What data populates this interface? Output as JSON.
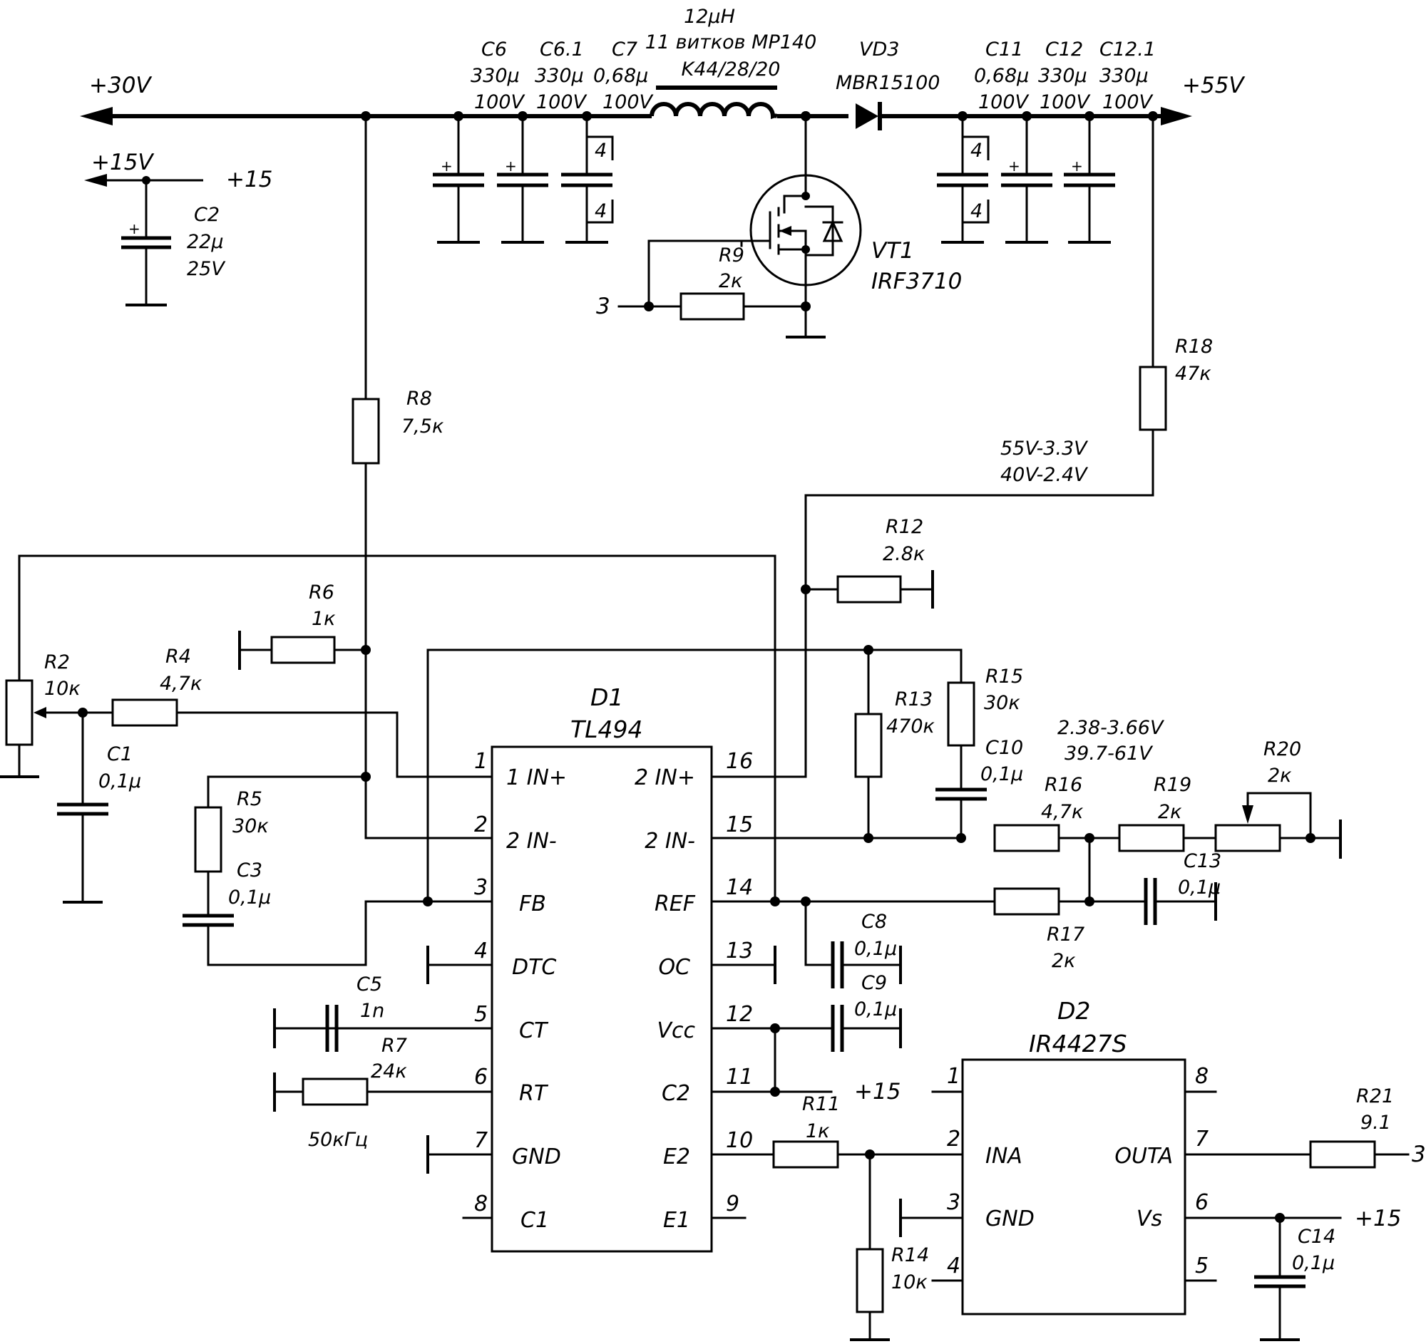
{
  "supply": {
    "v30": "+30V",
    "v15": "+15V",
    "p15": "+15",
    "v55": "+55V",
    "node3": "3",
    "plus": "+"
  },
  "inductor": {
    "l1": "12μH",
    "l2": "11 витков MP140",
    "l3": "K44/28/20"
  },
  "c2": {
    "name": "C2",
    "val": "22μ",
    "volt": "25V"
  },
  "c6": {
    "name": "C6",
    "val": "330μ",
    "volt": "100V"
  },
  "c61": {
    "name": "C6.1",
    "val": "330μ",
    "volt": "100V"
  },
  "c7": {
    "name": "C7",
    "val": "0,68μ",
    "volt": "100V",
    "x": "4"
  },
  "vd3": {
    "name": "VD3",
    "part": "MBR15100"
  },
  "c11": {
    "name": "C11",
    "val": "0,68μ",
    "volt": "100V",
    "x": "4"
  },
  "c12": {
    "name": "C12",
    "val": "330μ",
    "volt": "100V"
  },
  "c121": {
    "name": "C12.1",
    "val": "330μ",
    "volt": "100V"
  },
  "vt1": {
    "name": "VT1",
    "part": "IRF3710"
  },
  "r9": {
    "name": "R9",
    "val": "2к"
  },
  "r18": {
    "name": "R18",
    "val": "47к"
  },
  "r8": {
    "name": "R8",
    "val": "7,5к"
  },
  "note55": {
    "l1": "55V-3.3V",
    "l2": "40V-2.4V"
  },
  "r12": {
    "name": "R12",
    "val": "2.8к"
  },
  "r6": {
    "name": "R6",
    "val": "1к"
  },
  "r2": {
    "name": "R2",
    "val": "10к"
  },
  "r4": {
    "name": "R4",
    "val": "4,7к"
  },
  "c1": {
    "name": "C1",
    "val": "0,1μ"
  },
  "r5": {
    "name": "R5",
    "val": "30к"
  },
  "c3": {
    "name": "C3",
    "val": "0,1μ"
  },
  "r13": {
    "name": "R13",
    "val": "470к"
  },
  "r15": {
    "name": "R15",
    "val": "30к"
  },
  "c10": {
    "name": "C10",
    "val": "0,1μ"
  },
  "note238": {
    "l1": "2.38-3.66V",
    "l2": "39.7-61V"
  },
  "r16": {
    "name": "R16",
    "val": "4,7к"
  },
  "r19": {
    "name": "R19",
    "val": "2к"
  },
  "r20": {
    "name": "R20",
    "val": "2к"
  },
  "c13": {
    "name": "C13",
    "val": "0,1μ"
  },
  "r17": {
    "name": "R17",
    "val": "2к"
  },
  "c8": {
    "name": "C8",
    "val": "0,1μ"
  },
  "c9": {
    "name": "C9",
    "val": "0,1μ"
  },
  "c5": {
    "name": "C5",
    "val": "1n"
  },
  "r7": {
    "name": "R7",
    "val": "24к"
  },
  "freq": "50кГц",
  "r11": {
    "name": "R11",
    "val": "1к"
  },
  "r14": {
    "name": "R14",
    "val": "10к"
  },
  "r21": {
    "name": "R21",
    "val": "9.1"
  },
  "c14": {
    "name": "C14",
    "val": "0,1μ"
  },
  "d1": {
    "name": "D1",
    "part": "TL494",
    "pins": [
      {
        "num": "1",
        "label": "1 IN+"
      },
      {
        "num": "2",
        "label": "2 IN-"
      },
      {
        "num": "3",
        "label": "FB"
      },
      {
        "num": "4",
        "label": "DTC"
      },
      {
        "num": "5",
        "label": "CT"
      },
      {
        "num": "6",
        "label": "RT"
      },
      {
        "num": "7",
        "label": "GND"
      },
      {
        "num": "8",
        "label": "C1"
      },
      {
        "num": "9",
        "label": "E1"
      },
      {
        "num": "10",
        "label": "E2"
      },
      {
        "num": "11",
        "label": "C2"
      },
      {
        "num": "12",
        "label": "Vcc"
      },
      {
        "num": "13",
        "label": "OC"
      },
      {
        "num": "14",
        "label": "REF"
      },
      {
        "num": "15",
        "label": "2 IN-"
      },
      {
        "num": "16",
        "label": "2 IN+"
      }
    ]
  },
  "d2": {
    "name": "D2",
    "part": "IR4427S",
    "pins": [
      {
        "num": "1",
        "label": ""
      },
      {
        "num": "2",
        "label": "INA"
      },
      {
        "num": "3",
        "label": "GND"
      },
      {
        "num": "4",
        "label": ""
      },
      {
        "num": "5",
        "label": ""
      },
      {
        "num": "6",
        "label": "Vs"
      },
      {
        "num": "7",
        "label": "OUTA"
      },
      {
        "num": "8",
        "label": ""
      }
    ]
  }
}
